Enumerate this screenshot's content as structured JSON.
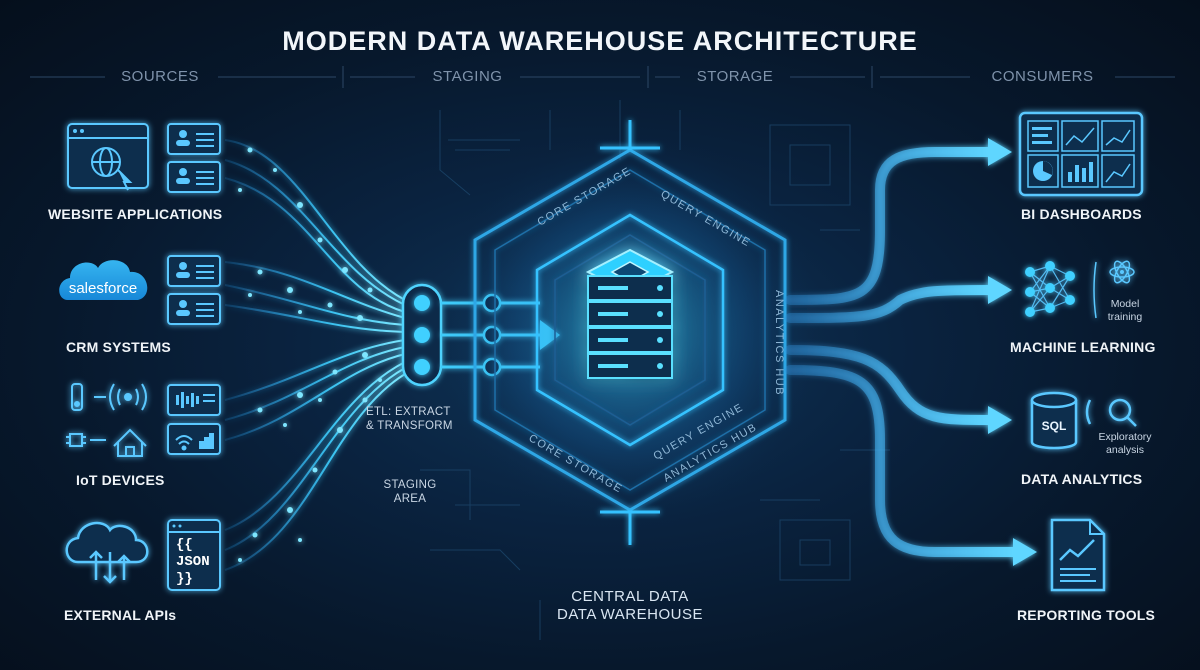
{
  "title": "MODERN DATA WAREHOUSE ARCHITECTURE",
  "columns": [
    "SOURCES",
    "STAGING",
    "STORAGE",
    "CONSUMERS"
  ],
  "sources": [
    {
      "label": "WEBSITE APPLICATIONS",
      "icon": "browser-globe-icon"
    },
    {
      "label": "CRM SYSTEMS",
      "icon": "salesforce-cloud-icon",
      "logo_text": "salesforce"
    },
    {
      "label": "IoT DEVICES",
      "icon": "iot-home-icon"
    },
    {
      "label": "EXTERNAL APIs",
      "icon": "cloud-upload-icon"
    }
  ],
  "json_badge": {
    "line1": "{{",
    "line2": "JSON",
    "line3": "}}"
  },
  "staging": {
    "etl_label_line1": "ETL: EXTRACT",
    "etl_label_line2": "& TRANSFORM",
    "staging_area_line1": "STAGING",
    "staging_area_line2": "AREA"
  },
  "core": {
    "ring_labels": [
      "CORE STORAGE",
      "QUERY ENGINE",
      "ANALYTICS HUB",
      "CORE STORAGE",
      "QUERY ENGINE",
      "ANALYTICS HUB"
    ],
    "caption_line1": "CENTRAL DATA",
    "caption_line2": "DATA WAREHOUSE"
  },
  "consumers": [
    {
      "label": "BI DASHBOARDS",
      "icon": "dashboard-charts-icon"
    },
    {
      "label": "MACHINE LEARNING",
      "icon": "neural-network-icon",
      "note_line1": "Model",
      "note_line2": "training"
    },
    {
      "label": "DATA ANALYTICS",
      "icon": "sql-database-icon",
      "badge": "SQL",
      "note_line1": "Exploratory",
      "note_line2": "analysis"
    },
    {
      "label": "REPORTING TOOLS",
      "icon": "report-document-icon"
    }
  ],
  "colors": {
    "accent": "#2fd0ff",
    "glow": "#39b9ff",
    "background": "#07182c",
    "text": "#f0f4f8"
  }
}
